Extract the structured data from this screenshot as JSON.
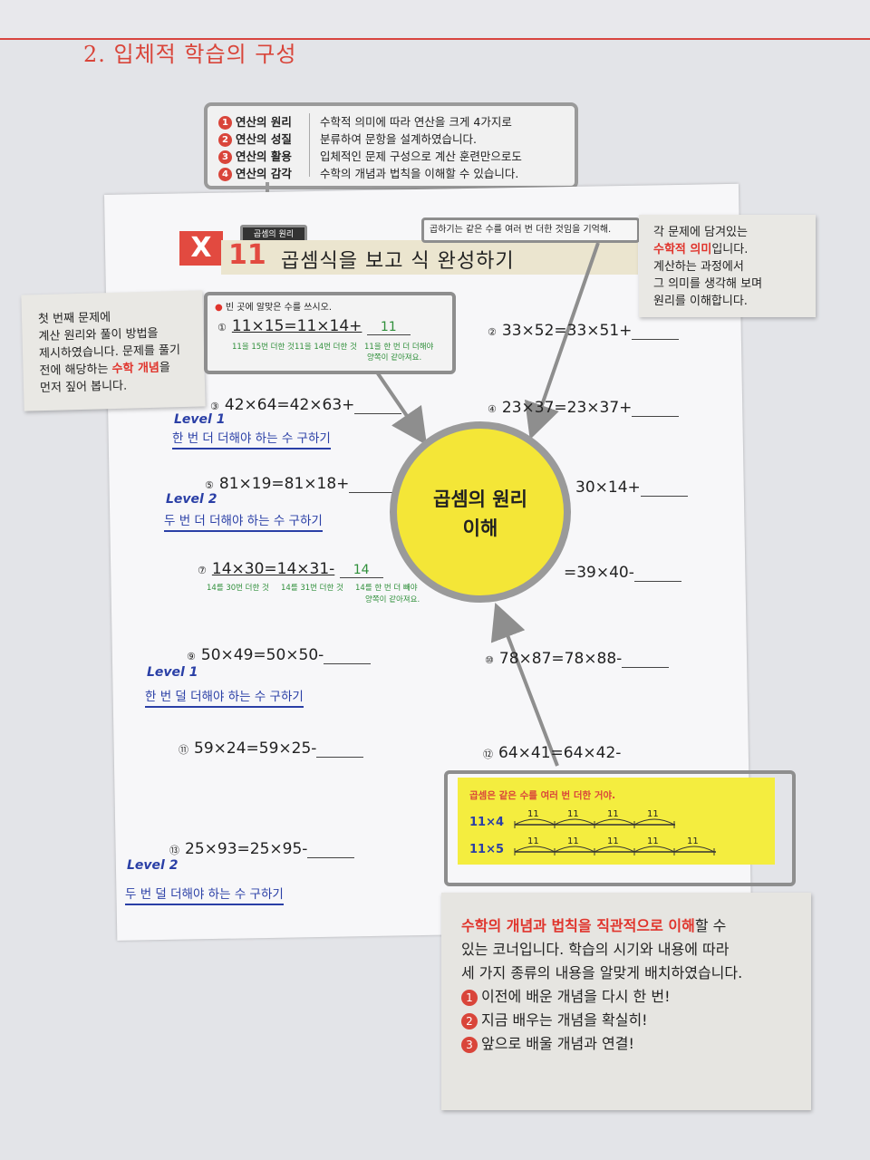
{
  "section_title": "2. 입체적 학습의 구성",
  "info_box": {
    "items": [
      {
        "num": "1",
        "label": "연산의 원리"
      },
      {
        "num": "2",
        "label": "연산의 성질"
      },
      {
        "num": "3",
        "label": "연산의 활용"
      },
      {
        "num": "4",
        "label": "연산의 감각"
      }
    ],
    "description": [
      "수학적 의미에 따라 연산을 크게 4가지로",
      "분류하여 문항을 설계하였습니다.",
      "입체적인 문제 구성으로 계산 훈련만으로도",
      "수학의 개념과 법칙을 이해할 수 있습니다."
    ]
  },
  "lesson": {
    "mark": "X",
    "tag": "곱셈의 원리",
    "number": "11",
    "title": "곱셈식을 보고 식 완성하기",
    "hint": "곱하기는 같은 수를 여러 번 더한 것임을 기억해.",
    "instruction": "빈 곳에 알맞은 수를 쓰시오."
  },
  "note_left": {
    "lines": [
      "첫 번째 문제에",
      "계산 원리와 풀이 방법을",
      "제시하였습니다. 문제를 풀기"
    ],
    "line4_pre": "전에 해당하는 ",
    "line4_red": "수학 개념",
    "line4_post": "을",
    "line5": "먼저 짚어 봅니다."
  },
  "note_right": {
    "line1": "각 문제에 담겨있는",
    "line2_red": "수학적 의미",
    "line2_post": "입니다.",
    "line3": "계산하는 과정에서",
    "line4": "그 의미를 생각해 보며",
    "line5": "원리를 이해합니다."
  },
  "problems": {
    "p1": {
      "num": "①",
      "text": "11×15=11×14+",
      "answer": "11",
      "sub1": "11을 15번 더한 것",
      "sub2": "11을 14번 더한 것",
      "sub3a": "11을 한 번 더 더해야",
      "sub3b": "양쪽이 같아져요."
    },
    "p2": {
      "num": "②",
      "text": "33×52=33×51+"
    },
    "p3": {
      "num": "③",
      "text": "42×64=42×63+"
    },
    "p4": {
      "num": "④",
      "text": "23×37=23×37+"
    },
    "p5": {
      "num": "⑤",
      "text": "81×19=81×18+"
    },
    "p6": {
      "text": "30×14+"
    },
    "p7": {
      "num": "⑦",
      "text": "14×30=14×31-",
      "answer": "14",
      "sub1": "14를 30번 더한 것",
      "sub2": "14를 31번 더한 것",
      "sub3a": "14를 한 번 더 빼야",
      "sub3b": "양쪽이 같아져요."
    },
    "p8": {
      "text": "=39×40-"
    },
    "p9": {
      "num": "⑨",
      "text": "50×49=50×50-"
    },
    "p10": {
      "num": "⑩",
      "text": "78×87=78×88-"
    },
    "p11": {
      "num": "⑪",
      "text": "59×24=59×25-"
    },
    "p12": {
      "num": "⑫",
      "text": "64×41=64×42-"
    },
    "p13": {
      "num": "⑬",
      "text": "25×93=25×95-"
    }
  },
  "levels": {
    "l1a": {
      "label": "Level 1",
      "desc": "한 번 더 더해야 하는 수 구하기"
    },
    "l2a": {
      "label": "Level 2",
      "desc": "두 번 더 더해야 하는 수 구하기"
    },
    "l1b": {
      "label": "Level 1",
      "desc": "한 번 덜 더해야 하는 수 구하기"
    },
    "l2b": {
      "label": "Level 2",
      "desc": "두 번 덜 더해야 하는 수 구하기"
    }
  },
  "center_circle": {
    "line1": "곱셈의 원리",
    "line2": "이해"
  },
  "concept": {
    "title": "곱셈은 같은 수를 여러 번 더한 거야.",
    "row1_label": "11×4",
    "row2_label": "11×5",
    "segment_value": "11"
  },
  "note_bottom": {
    "line1_red1": "수학의 개념과 법칙을 직관적으로 이해",
    "line1_post": "할 수",
    "line2": "있는 코너입니다. 학습의 시기와 내용에 따라",
    "line3": "세 가지 종류의 내용을 알맞게 배치하였습니다.",
    "items": [
      {
        "num": "1",
        "text": "이전에 배운 개념을 다시 한 번!"
      },
      {
        "num": "2",
        "text": "지금 배우는 개념을 확실히!"
      },
      {
        "num": "3",
        "text": "앞으로 배울 개념과 연결!"
      }
    ]
  },
  "colors": {
    "accent_red": "#d9453a",
    "highlight_yellow": "#f4e637",
    "level_blue": "#2a3fa6",
    "frame_gray": "#9a9a9a"
  }
}
